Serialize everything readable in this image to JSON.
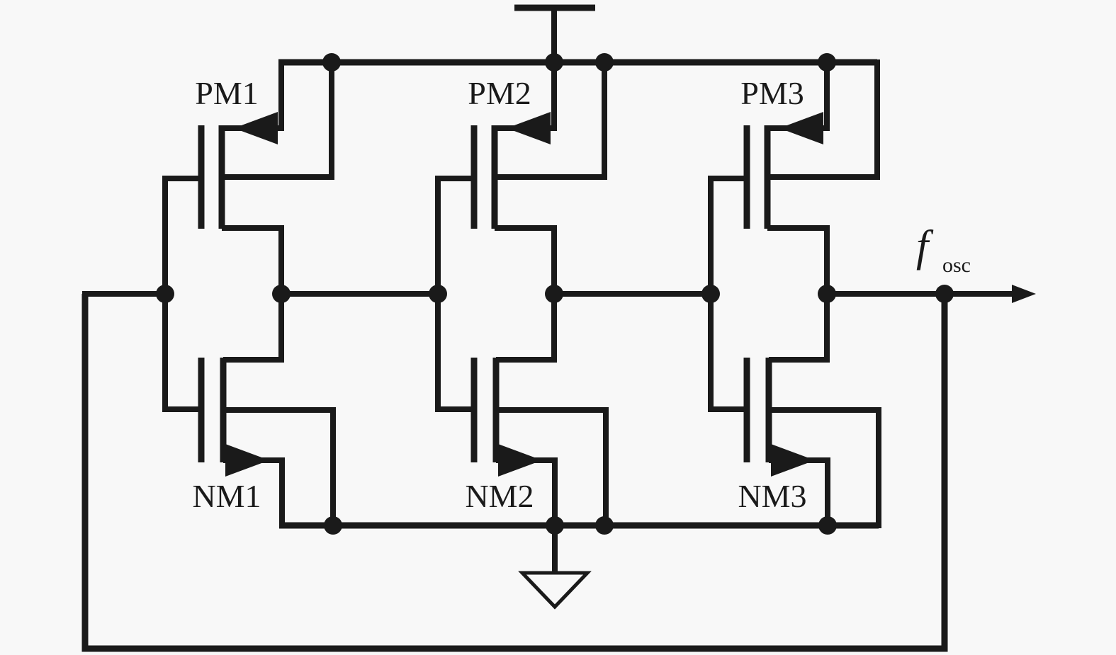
{
  "diagram": {
    "background_color": "#f8f8f8",
    "line_color": "#1a1a1a",
    "stages": [
      {
        "pmos": "PM1",
        "nmos": "NM1"
      },
      {
        "pmos": "PM2",
        "nmos": "NM2"
      },
      {
        "pmos": "PM3",
        "nmos": "NM3"
      }
    ],
    "output": {
      "label": "f",
      "subscript": "osc"
    },
    "symbols": {
      "supply": "vdd-rail-icon",
      "ground": "ground-triangle-icon",
      "output_arrow": "arrow-right-icon",
      "junction": "junction-dot"
    }
  }
}
